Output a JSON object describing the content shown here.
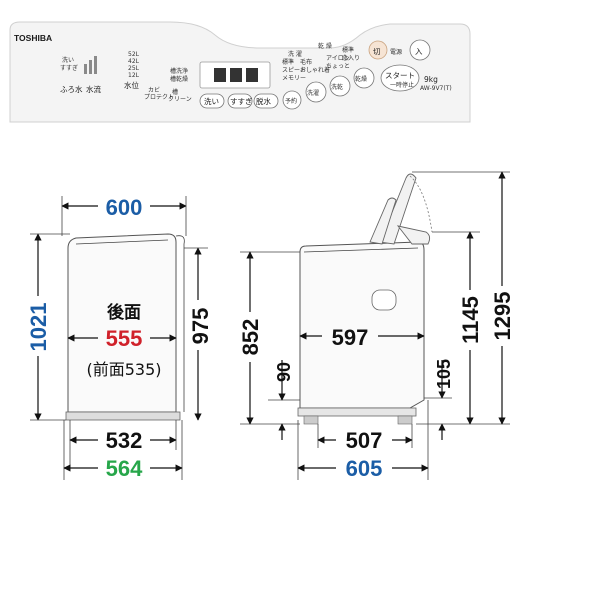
{
  "panel": {
    "brand": "TOSHIBA",
    "labels": {
      "furo_mizu": "ふろ水",
      "suiryu": "水流",
      "araisugi1": "洗い",
      "araisugi2": "すすぎ",
      "suii": "水位",
      "kabi1": "カビ",
      "kabi2": "プロテクト",
      "sou_clean1": "槽",
      "sou_clean2": "クリーン",
      "sou_wash": "槽洗浄",
      "sou_dry": "槽乾燥",
      "arai": "洗い",
      "susugi": "すすぎ",
      "dassui": "脱水",
      "yoyaku": "予約",
      "sentaku": "洗濯",
      "sen_kan": "洗乾",
      "kansou": "乾燥",
      "start": "スタート",
      "start_sub": "一時停止",
      "kiru": "切",
      "iru": "入",
      "dengen": "電源",
      "capacity": "9kg",
      "model": "AW-9V7(T)",
      "level_52": "52L",
      "level_42": "42L",
      "level_25": "25L",
      "level_12": "12L",
      "hyoujun": "標準",
      "speedy": "スピード",
      "moufu": "毛布",
      "osharegi": "おしゃれ着",
      "memory": "メモリー",
      "iron": "アイロン",
      "chotto": "ちょっと",
      "sentaku_grp": "洗 濯",
      "kansou_grp": "乾 燥",
      "hyoujun2": "標準",
      "oshare2": "念入り"
    }
  },
  "dimensions": {
    "top_width": "600",
    "back_label": "後面",
    "back_width": "555",
    "front_note": "(前面535)",
    "total_height": "1021",
    "body_height": "975",
    "bottom_inner": "532",
    "bottom_outer": "564",
    "side_height": "852",
    "side_depth_mid": "597",
    "foot_height": "90",
    "lid_height": "1145",
    "open_height": "1295",
    "rear_foot": "105",
    "base_depth": "507",
    "total_depth": "605"
  },
  "colors": {
    "black": "#111111",
    "blue": "#1b5da6",
    "red": "#d0212a",
    "green": "#27a64a"
  }
}
